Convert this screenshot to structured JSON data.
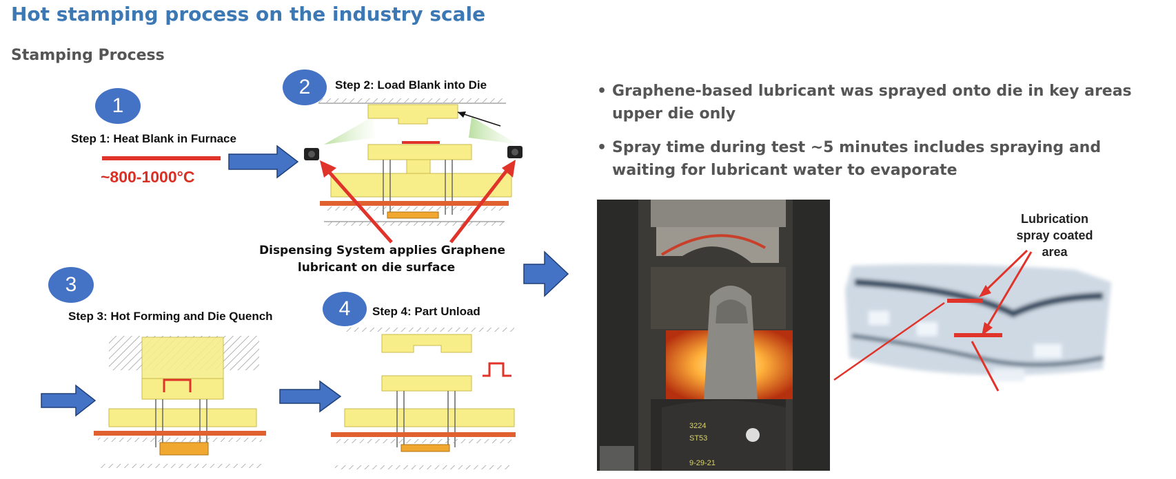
{
  "header": {
    "title": "Hot stamping process on the industry scale",
    "subtitle": "Stamping Process"
  },
  "steps": [
    {
      "number": "1",
      "label": "Step 1: Heat Blank in Furnace"
    },
    {
      "number": "2",
      "label": "Step 2: Load Blank into Die"
    },
    {
      "number": "3",
      "label": "Step 3: Hot Forming and  Die Quench"
    },
    {
      "number": "4",
      "label": "Step 4: Part Unload"
    }
  ],
  "temperature": "~800-1000°C",
  "dispensing": {
    "line1": "Dispensing System applies Graphene",
    "line2": "lubricant on die surface"
  },
  "bullets": [
    "Graphene-based lubricant was sprayed onto die in key areas upper die only",
    "Spray time during test ~5 minutes includes spraying and waiting for lubricant water to evaporate"
  ],
  "lubrication_label": {
    "line1": "Lubrication",
    "line2": "spray coated",
    "line3": "area"
  },
  "colors": {
    "title": "#3c78b4",
    "step_circle": "#4472c4",
    "arrow": "#4472c4",
    "die_yellow": "#f7ee8a",
    "lubricant_red": "#e0332a"
  },
  "photo_markings": [
    "3224",
    "ST53",
    "9-29-21"
  ]
}
